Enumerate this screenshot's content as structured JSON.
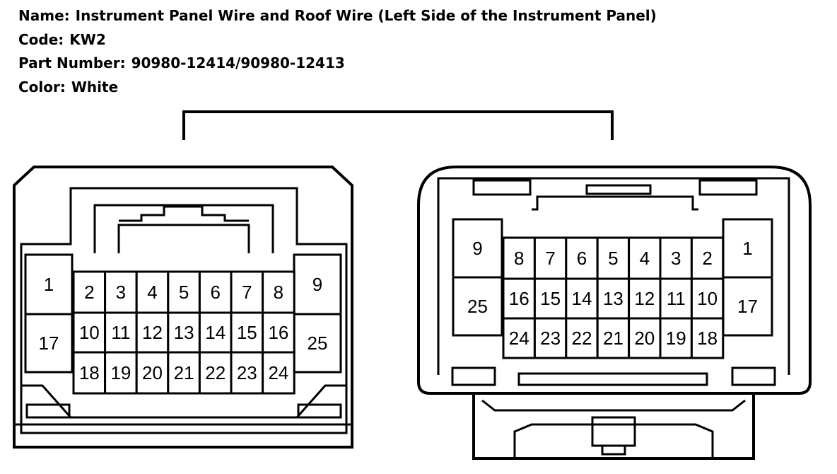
{
  "header": {
    "name_label": "Name:",
    "name_value": "Instrument Panel Wire and Roof Wire (Left Side of the Instrument Panel)",
    "code_label": "Code:",
    "code_value": "KW2",
    "part_label": "Part Number:",
    "part_value": "90980-12414/90980-12413",
    "color_label": "Color:",
    "color_value": "White"
  },
  "left_connector": {
    "side_top": [
      "1",
      "9"
    ],
    "side_bottom": [
      "17",
      "25"
    ],
    "row1": [
      "2",
      "3",
      "4",
      "5",
      "6",
      "7",
      "8"
    ],
    "row2": [
      "10",
      "11",
      "12",
      "13",
      "14",
      "15",
      "16"
    ],
    "row3": [
      "18",
      "19",
      "20",
      "21",
      "22",
      "23",
      "24"
    ]
  },
  "right_connector": {
    "side_top": [
      "9",
      "1"
    ],
    "side_bottom": [
      "25",
      "17"
    ],
    "row1": [
      "8",
      "7",
      "6",
      "5",
      "4",
      "3",
      "2"
    ],
    "row2": [
      "16",
      "15",
      "14",
      "13",
      "12",
      "11",
      "10"
    ],
    "row3": [
      "24",
      "23",
      "22",
      "21",
      "20",
      "19",
      "18"
    ]
  }
}
